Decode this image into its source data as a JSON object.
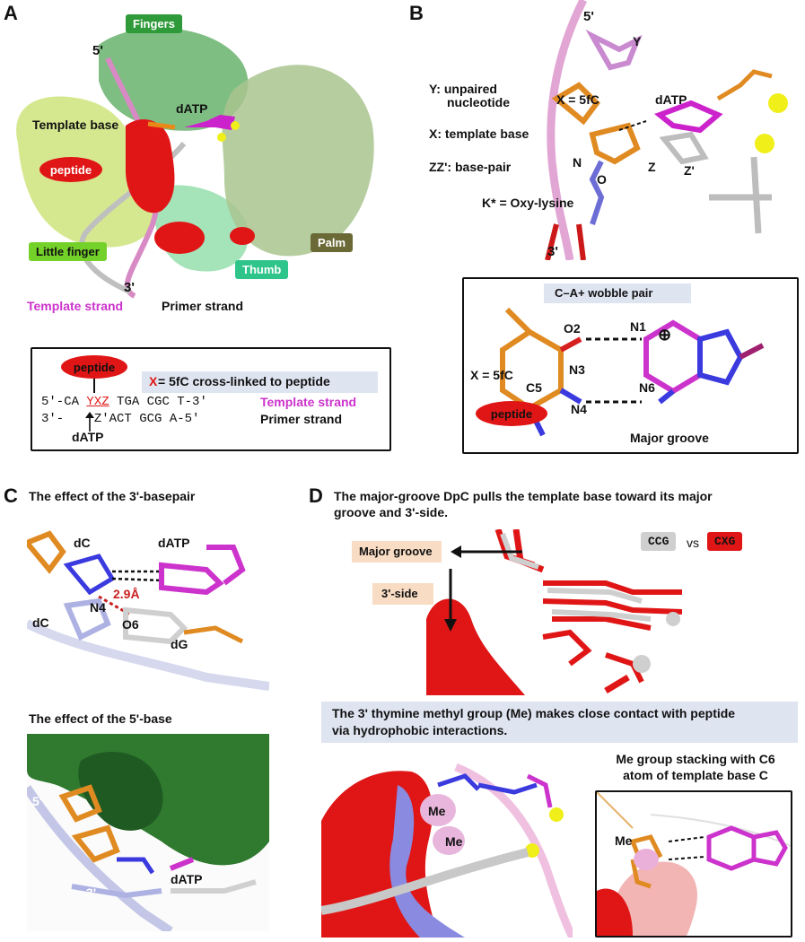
{
  "panelA": {
    "letter": "A",
    "fingers": "Fingers",
    "palm": "Palm",
    "thumb": "Thumb",
    "little_finger": "Little finger",
    "five_prime": "5'",
    "three_prime": "3'",
    "template_base": "Template base",
    "datp": "dATP",
    "peptide": "peptide",
    "template_strand": "Template strand",
    "primer_strand": "Primer strand",
    "box": {
      "peptide": "peptide",
      "x_label": "X",
      "x_desc": " = 5fC cross-linked to peptide",
      "line1_pre": "5'-CA ",
      "line1_yxz": "YXZ",
      "line1_post": " TGA CGC T-3'",
      "line1_label": "Template strand",
      "line2_pre": "3'-    ",
      "line2_post": "Z'ACT GCG A-5'",
      "line2_label": "Primer strand",
      "datp": "dATP"
    }
  },
  "panelB": {
    "letter": "B",
    "five_prime": "5'",
    "three_prime": "3'",
    "Y": "Y",
    "y_desc_1": "Y: unpaired",
    "y_desc_2": "nucleotide",
    "x_eq": "X = 5fC",
    "datp": "dATP",
    "x_desc": "X: template base",
    "zz_desc": "ZZ': base-pair",
    "N": "N",
    "O": "O",
    "Z": "Z",
    "Zp": "Z'",
    "k_desc": "K* = Oxy-lysine",
    "wobble_title": "C–A+ wobble pair",
    "O2": "O2",
    "N1": "N1",
    "N3": "N3",
    "N6": "N6",
    "C5": "C5",
    "N4": "N4",
    "x5fc": "X = 5fC",
    "peptide": "peptide",
    "major_groove": "Major groove",
    "plus": "⊕"
  },
  "panelC": {
    "letter": "C",
    "title1": "The effect of the 3'-basepair",
    "dC_top": "dC",
    "datp": "dATP",
    "dist": "2.9Å",
    "N4": "N4",
    "dC_bottom": "dC",
    "O6": "O6",
    "dG": "dG",
    "title2": "The effect of the 5'-base",
    "five_prime": "5'",
    "three_prime": "3'",
    "datp2": "dATP"
  },
  "panelD": {
    "letter": "D",
    "title_1": "The major-groove DpC pulls the template base toward its major",
    "title_2": "groove and 3'-side.",
    "major_groove": "Major groove",
    "three_side": "3'-side",
    "ccg": "CCG",
    "vs": "vs",
    "cxg": "CXG",
    "methyl_1": "The 3' thymine methyl group (Me) makes close contact with peptide",
    "methyl_2": "via hydrophobic interactions.",
    "me1": "Me",
    "me2": "Me",
    "stack_1": "Me group stacking with C6",
    "stack_2": "atom of template base C",
    "me3": "Me"
  },
  "colors": {
    "fingers": "#2f9a3a",
    "palm": "#6b6a37",
    "thumb": "#2ec48a",
    "little_finger": "#74d12a",
    "template": "#cc33cc",
    "peptide": "#e01616",
    "highlight_bg": "#dfe4f1",
    "peach": "#f8dcc4"
  }
}
